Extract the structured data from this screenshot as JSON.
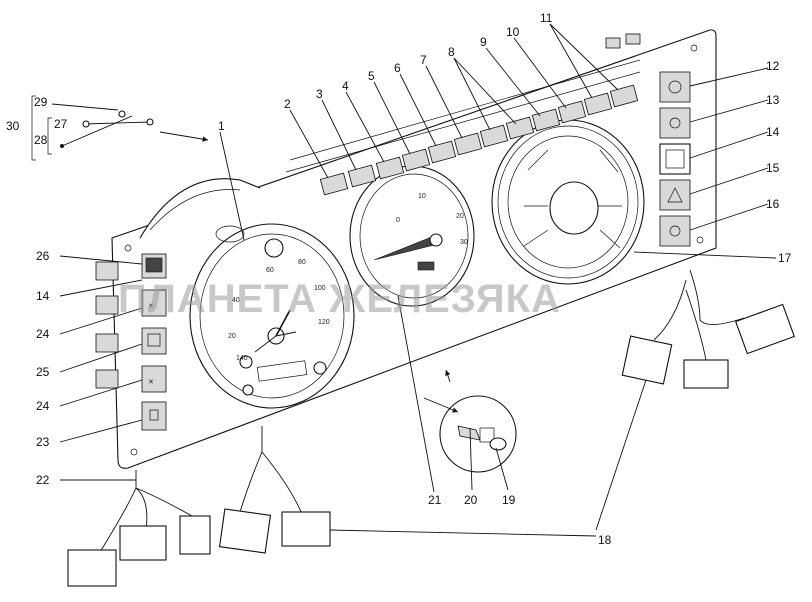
{
  "callouts": {
    "n1": "1",
    "n2": "2",
    "n3": "3",
    "n4": "4",
    "n5": "5",
    "n6": "6",
    "n7": "7",
    "n8": "8",
    "n9": "9",
    "n10": "10",
    "n11": "11",
    "n12": "12",
    "n13": "13",
    "n14a": "14",
    "n14b": "14",
    "n15": "15",
    "n16": "16",
    "n17": "17",
    "n18": "18",
    "n19": "19",
    "n20": "20",
    "n21": "21",
    "n22": "22",
    "n23": "23",
    "n24a": "24",
    "n24b": "24",
    "n25": "25",
    "n26": "26",
    "n27": "27",
    "n28": "28",
    "n29": "29",
    "n30": "30"
  },
  "watermark": "ПЛАНЕТА ЖЕЛЕЗЯКА",
  "gauges": {
    "left_ticks": [
      "60",
      "40",
      "20",
      "80",
      "100",
      "120",
      "140"
    ],
    "middle_ticks": [
      "0",
      "10",
      "20",
      "30"
    ]
  },
  "icons": [
    "indicator-lamp-icon",
    "fan-icon",
    "warning-triangle-icon",
    "headlight-icon",
    "heater-icon",
    "fuel-icon",
    "fault-cross-icon"
  ]
}
